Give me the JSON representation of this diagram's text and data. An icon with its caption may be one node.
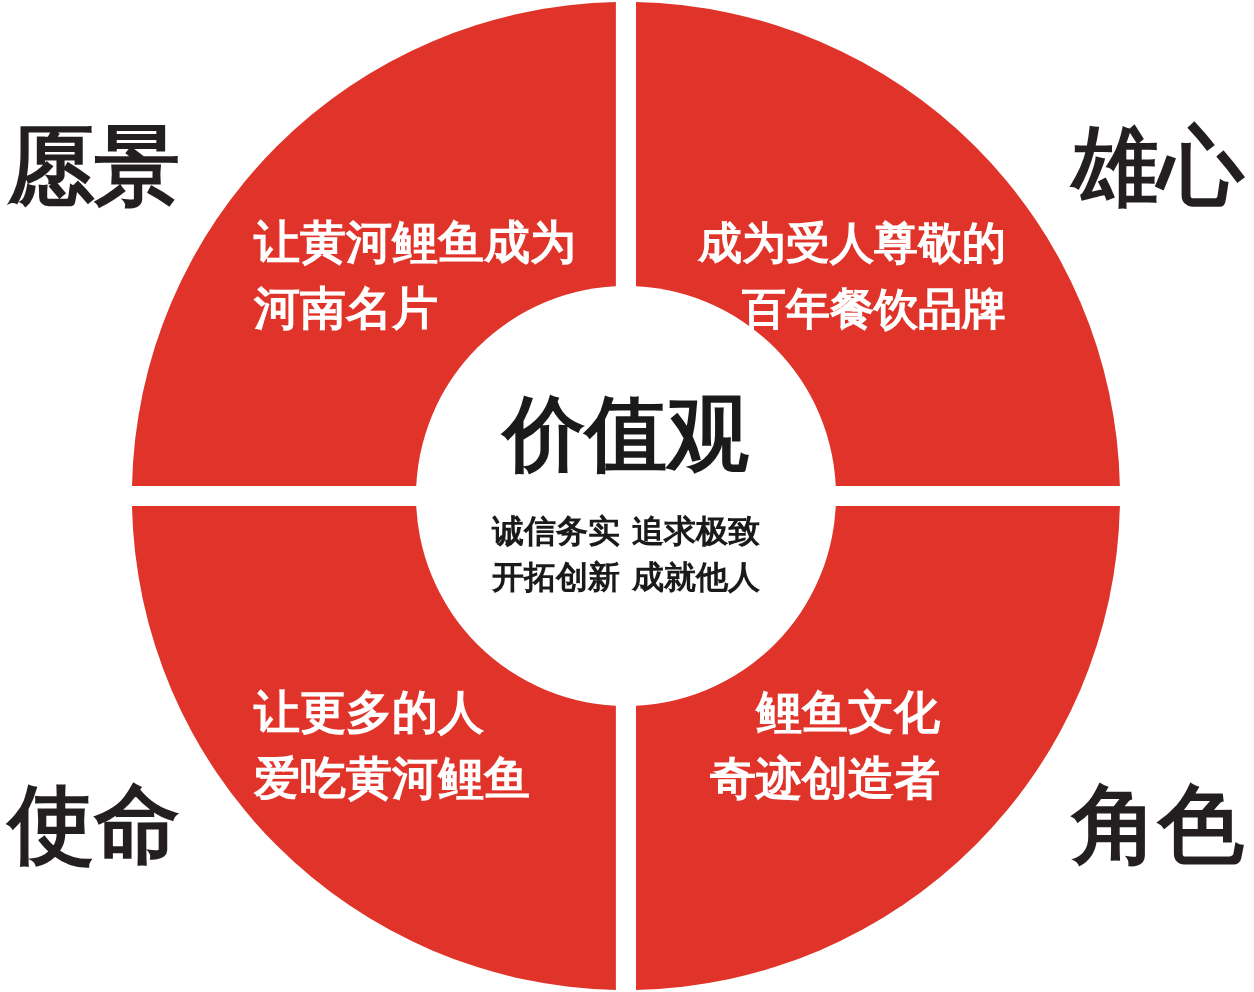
{
  "diagram": {
    "nodes": [
      {
        "text": [
          "愿景",
          "让黄河鲤鱼成为河南名片"
        ]
      },
      {
        "text": [
          "雄心",
          "成为受人尊敬的百年餐饮品牌"
        ]
      },
      {
        "text": [
          "价值观",
          "诚信务实 追求极致",
          "开拓创新 成就他人"
        ]
      },
      {
        "text": [
          "使命",
          "让更多的人爱吃黄河鲤鱼"
        ]
      },
      {
        "text": [
          "角色",
          "鲤鱼文化奇迹创造者"
        ]
      }
    ]
  }
}
